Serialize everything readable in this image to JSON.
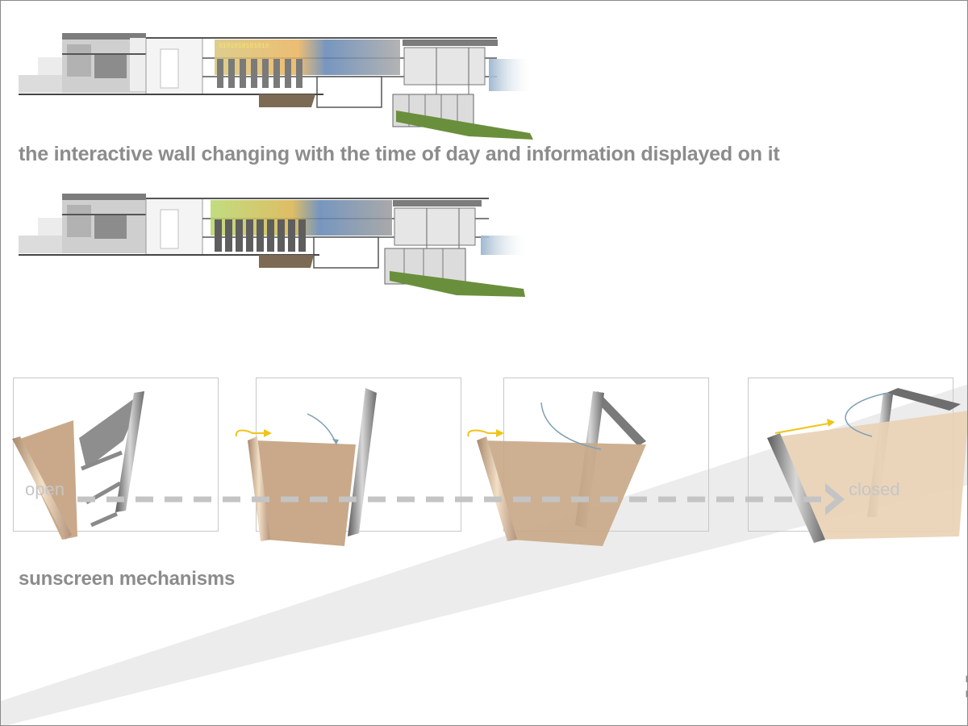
{
  "captions": {
    "wall": "the interactive wall changing with the time of day and information displayed on it",
    "sunscreen": "sunscreen mechanisms"
  },
  "mechanism": {
    "start_label": "open",
    "end_label": "closed"
  },
  "side_title": "://FACADE CHANGE",
  "display_text": "0101010101010",
  "colors": {
    "caption": "#8c8c8c",
    "fabric": "#c9a989",
    "arrow_yellow": "#f0c419",
    "arrow_blue": "#7fa0b4",
    "grass": "#6a8f3c",
    "band": "#ececec"
  }
}
